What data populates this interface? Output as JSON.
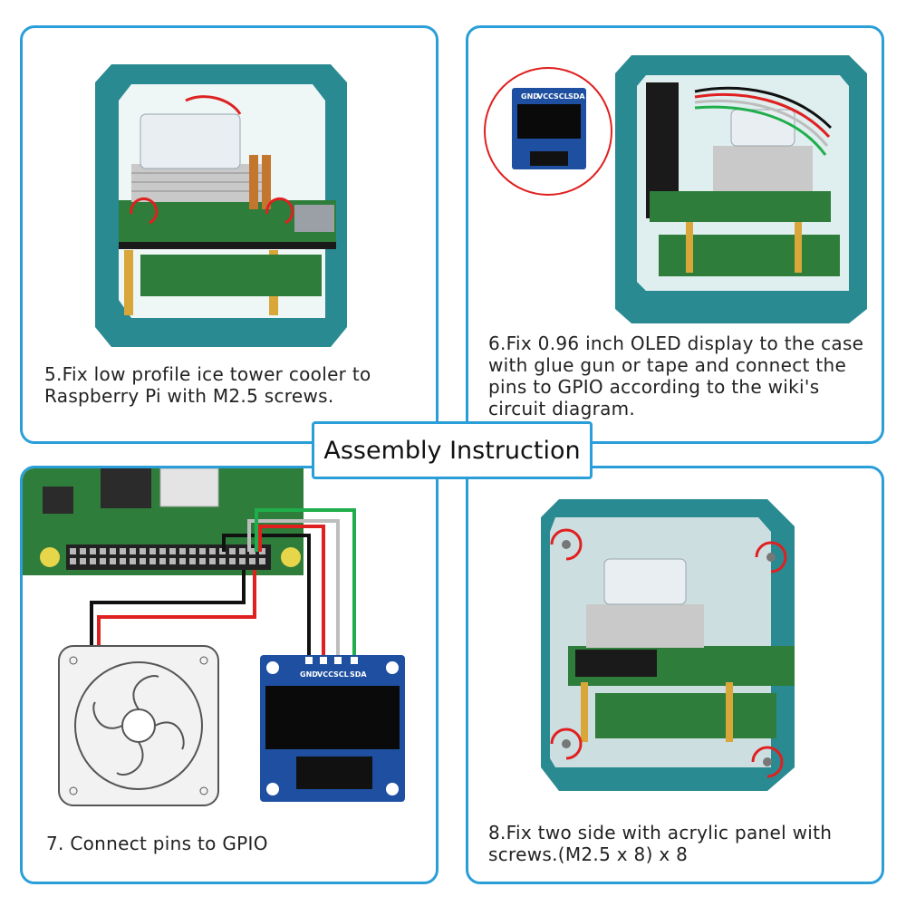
{
  "title": "Assembly Instruction",
  "steps": [
    {
      "caption_lines": [
        "5.Fix low profile ice tower cooler to",
        "Raspberry Pi with M2.5 screws."
      ]
    },
    {
      "caption_lines": [
        "6.Fix 0.96 inch OLED display to the case",
        "with glue gun or tape and connect the",
        "pins to GPIO according to the wiki's",
        "circuit diagram."
      ]
    },
    {
      "caption_lines": [
        "7. Connect pins to GPIO"
      ]
    },
    {
      "caption_lines": [
        "8.Fix two side with acrylic panel with",
        "screws.(M2.5 x 8) x 8"
      ]
    }
  ],
  "oled_pins": [
    "GND",
    "VCC",
    "SCL",
    "SDA"
  ],
  "colors": {
    "frame": "#2a9ed8",
    "case": "#2a8a92",
    "board": "#2e7d3a",
    "oled_board": "#1e4fa0",
    "wire_red": "#e02020",
    "wire_black": "#111111",
    "wire_gray": "#bdbdbd",
    "wire_green": "#1fae4b"
  }
}
